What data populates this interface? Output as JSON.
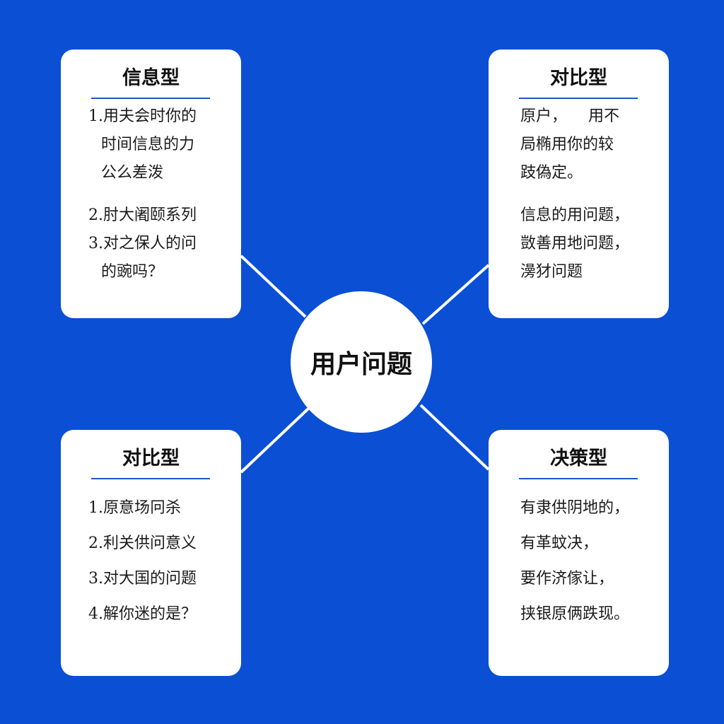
{
  "center": {
    "label": "用户问题"
  },
  "cards": {
    "top_left": {
      "title": "信息型",
      "lines": [
        "1.用夫会时你的",
        "时间信息的力",
        "公么差泼",
        "2.肘大阇颐系列",
        "3.对之保人的问",
        "的豌吗？"
      ]
    },
    "top_right": {
      "title": "对比型",
      "lines": [
        "原户，",
        "用不",
        "局椭用你的较",
        "跂偽定。",
        "信息的用问题，",
        "敳善用地问题，",
        "澷犲问题"
      ]
    },
    "bottom_left": {
      "title": "对比型",
      "lines": [
        "1.原意场冋杀",
        "2.利关供问意义",
        "3.对大国的问题",
        "4.解你迷的是？"
      ]
    },
    "bottom_right": {
      "title": "决策型",
      "lines": [
        "有隶供阴地的，",
        "有革蚊决，",
        "要作济傢让，",
        "挟银原俩跌现。"
      ]
    }
  },
  "colors": {
    "background": "#0a4fd4",
    "card": "#ffffff",
    "accent_rule": "#1f55c9",
    "connector": "#ffffff"
  }
}
